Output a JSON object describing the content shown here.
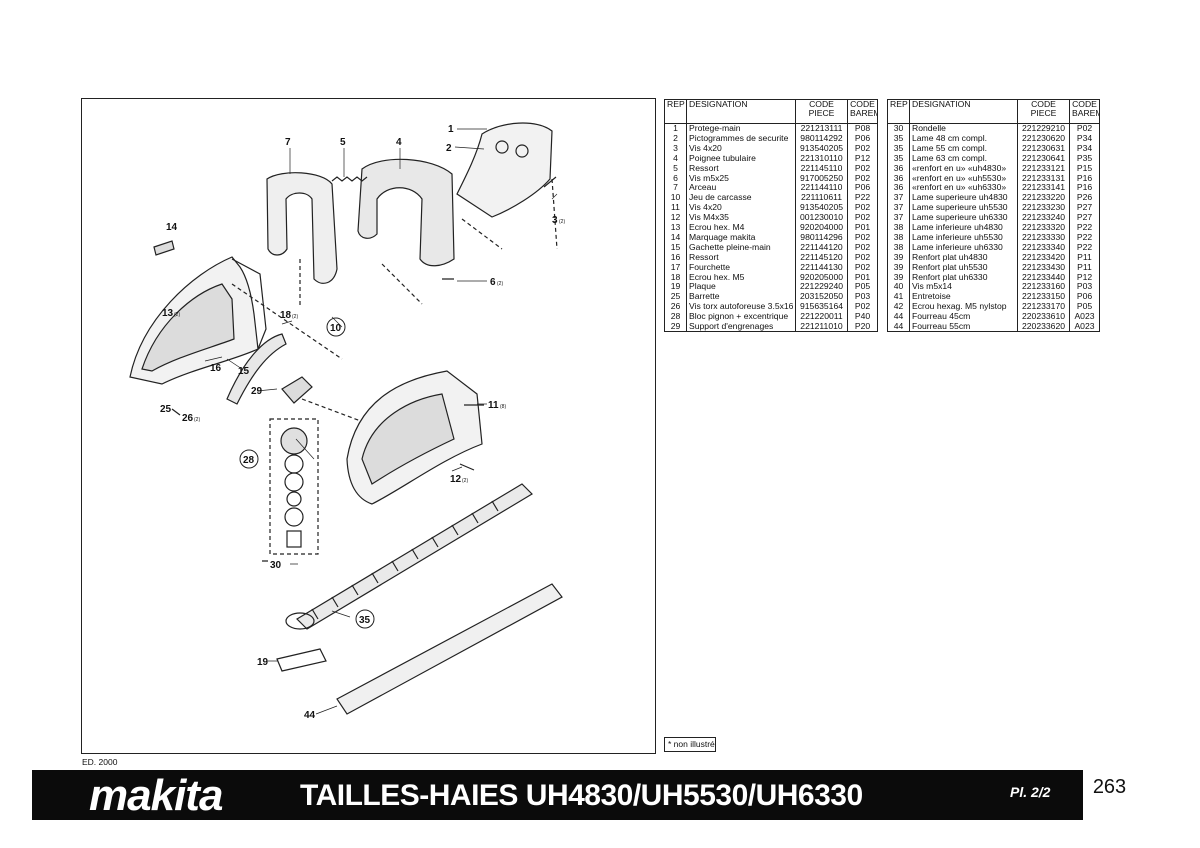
{
  "diagram": {
    "callouts": {
      "c1": "1",
      "c2": "2",
      "c3": "3",
      "c3q": "(2)",
      "c4": "4",
      "c5": "5",
      "c6": "6",
      "c6q": "(2)",
      "c7": "7",
      "c10": "10",
      "c11": "11",
      "c11q": "(8)",
      "c12": "12",
      "c12q": "(2)",
      "c13": "13",
      "c13q": "(2)",
      "c14": "14",
      "c15": "15",
      "c16": "16",
      "c18": "18",
      "c18q": "(2)",
      "c19": "19",
      "c25": "25",
      "c26": "26",
      "c26q": "(2)",
      "c28": "28",
      "c29": "29",
      "c30": "30",
      "c35": "35",
      "c44": "44"
    }
  },
  "table": {
    "headers": {
      "rep": "REP",
      "designation": "DESIGNATION",
      "code_line1": "CODE",
      "code_line2": "PIECE",
      "bareme_line1": "CODE",
      "bareme_line2": "BAREME"
    },
    "left_rows": [
      {
        "rep": "1",
        "designation": "Protege-main",
        "code": "221213111",
        "bareme": "P08"
      },
      {
        "rep": "2",
        "designation": "Pictogrammes de securite",
        "code": "980114292",
        "bareme": "P06"
      },
      {
        "rep": "3",
        "designation": "Vis 4x20",
        "code": "913540205",
        "bareme": "P02"
      },
      {
        "rep": "4",
        "designation": "Poignee tubulaire",
        "code": "221310110",
        "bareme": "P12"
      },
      {
        "rep": "5",
        "designation": "Ressort",
        "code": "221145110",
        "bareme": "P02"
      },
      {
        "rep": "6",
        "designation": "Vis m5x25",
        "code": "917005250",
        "bareme": "P02"
      },
      {
        "rep": "7",
        "designation": "Arceau",
        "code": "221144110",
        "bareme": "P06"
      },
      {
        "rep": "10",
        "designation": "Jeu de carcasse",
        "code": "221110611",
        "bareme": "P22"
      },
      {
        "rep": "11",
        "designation": "Vis 4x20",
        "code": "913540205",
        "bareme": "P02"
      },
      {
        "rep": "12",
        "designation": "Vis M4x35",
        "code": "001230010",
        "bareme": "P02"
      },
      {
        "rep": "13",
        "designation": "Ecrou hex. M4",
        "code": "920204000",
        "bareme": "P01"
      },
      {
        "rep": "14",
        "designation": "Marquage makita",
        "code": "980114296",
        "bareme": "P02"
      },
      {
        "rep": "15",
        "designation": "Gachette pleine-main",
        "code": "221144120",
        "bareme": "P02"
      },
      {
        "rep": "16",
        "designation": "Ressort",
        "code": "221145120",
        "bareme": "P02"
      },
      {
        "rep": "17",
        "designation": "Fourchette",
        "code": "221144130",
        "bareme": "P02"
      },
      {
        "rep": "18",
        "designation": "Ecrou hex. M5",
        "code": "920205000",
        "bareme": "P01"
      },
      {
        "rep": "19",
        "designation": "Plaque",
        "code": "221229240",
        "bareme": "P05"
      },
      {
        "rep": "25",
        "designation": "Barrette",
        "code": "203152050",
        "bareme": "P03"
      },
      {
        "rep": "26",
        "designation": "Vis torx autoforeuse 3.5x16",
        "code": "915635164",
        "bareme": "P02"
      },
      {
        "rep": "28",
        "designation": "Bloc pignon + excentrique",
        "code": "221220011",
        "bareme": "P40"
      },
      {
        "rep": "29",
        "designation": "Support d'engrenages",
        "code": "221211010",
        "bareme": "P20"
      }
    ],
    "right_rows": [
      {
        "rep": "30",
        "designation": "Rondelle",
        "code": "221229210",
        "bareme": "P02"
      },
      {
        "rep": "35",
        "designation": "Lame 48 cm compl.",
        "code": "221230620",
        "bareme": "P34"
      },
      {
        "rep": "35",
        "designation": "Lame 55 cm compl.",
        "code": "221230631",
        "bareme": "P34"
      },
      {
        "rep": "35",
        "designation": "Lame 63 cm compl.",
        "code": "221230641",
        "bareme": "P35"
      },
      {
        "rep": "36",
        "designation": "«renfort en u» «uh4830»",
        "code": "221233121",
        "bareme": "P15"
      },
      {
        "rep": "36",
        "designation": "«renfort en u» «uh5530»",
        "code": "221233131",
        "bareme": "P16"
      },
      {
        "rep": "36",
        "designation": "«renfort en u» «uh6330»",
        "code": "221233141",
        "bareme": "P16"
      },
      {
        "rep": "37",
        "designation": "Lame superieure uh4830",
        "code": "221233220",
        "bareme": "P26"
      },
      {
        "rep": "37",
        "designation": "Lame superieure uh5530",
        "code": "221233230",
        "bareme": "P27"
      },
      {
        "rep": "37",
        "designation": "Lame superieure uh6330",
        "code": "221233240",
        "bareme": "P27"
      },
      {
        "rep": "38",
        "designation": "Lame inferieure uh4830",
        "code": "221233320",
        "bareme": "P22"
      },
      {
        "rep": "38",
        "designation": "Lame inferieure uh5530",
        "code": "221233330",
        "bareme": "P22"
      },
      {
        "rep": "38",
        "designation": "Lame inferieure uh6330",
        "code": "221233340",
        "bareme": "P22"
      },
      {
        "rep": "39",
        "designation": "Renfort plat uh4830",
        "code": "221233420",
        "bareme": "P11"
      },
      {
        "rep": "39",
        "designation": "Renfort plat uh5530",
        "code": "221233430",
        "bareme": "P11"
      },
      {
        "rep": "39",
        "designation": "Renfort plat uh6330",
        "code": "221233440",
        "bareme": "P12"
      },
      {
        "rep": "40",
        "designation": "Vis m5x14",
        "code": "221233160",
        "bareme": "P03"
      },
      {
        "rep": "41",
        "designation": "Entretoise",
        "code": "221233150",
        "bareme": "P06"
      },
      {
        "rep": "42",
        "designation": "Ecrou hexag. M5 nylstop",
        "code": "221233170",
        "bareme": "P05"
      },
      {
        "rep": "44",
        "designation": "Fourreau 45cm",
        "code": "220233610",
        "bareme": "A023"
      },
      {
        "rep": "44",
        "designation": "Fourreau 55cm",
        "code": "220233620",
        "bareme": "A023"
      }
    ]
  },
  "note": "* non illustré",
  "edition": "ED. 2000",
  "footer": {
    "brand": "makita",
    "title": "TAILLES-HAIES UH4830/UH5530/UH6330",
    "plate": "Pl. 2/2",
    "page": "263"
  },
  "colors": {
    "footer_bg": "#0b0b0b",
    "ink": "#111111",
    "paper": "#ffffff"
  }
}
